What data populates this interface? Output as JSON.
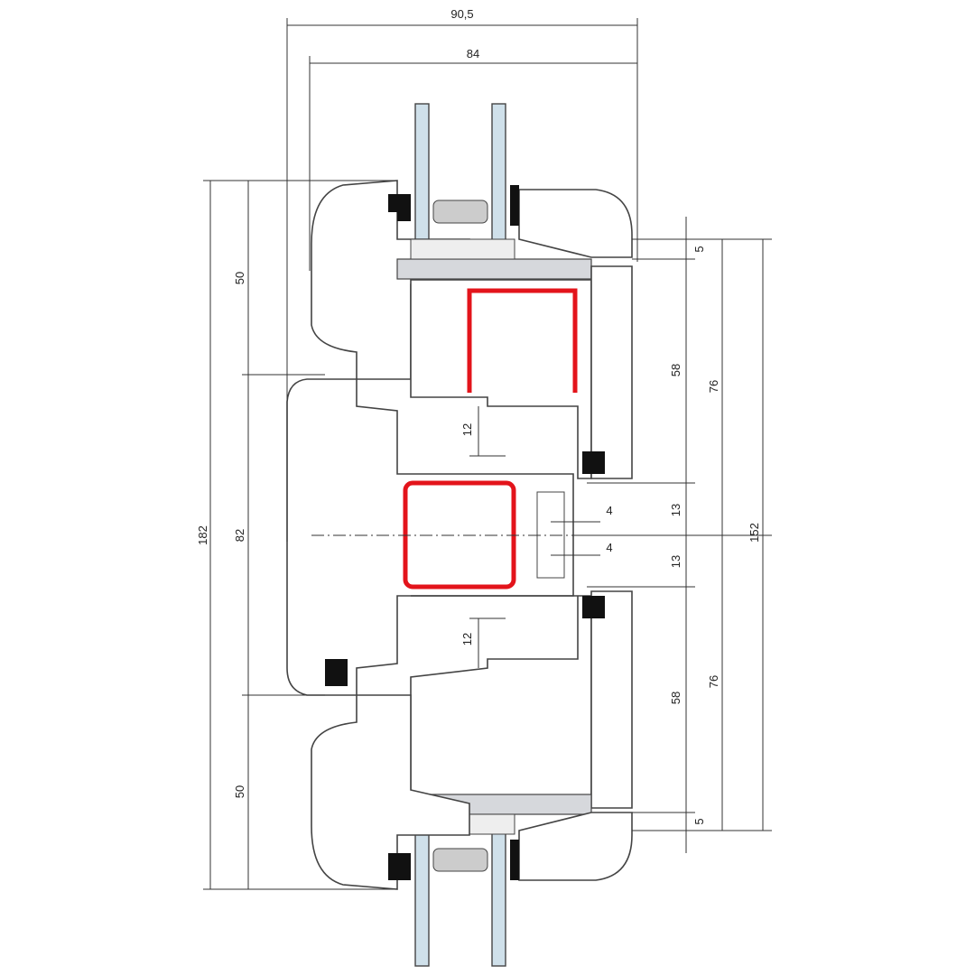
{
  "title": "Window profile cross-section",
  "colors": {
    "reinforcement": "#e3141b",
    "glass": "#cfe0ea",
    "line": "#444444"
  },
  "dimensions": {
    "overall_depth": "90,5",
    "frame_depth": "84",
    "total_height": "182",
    "top_frame": "50",
    "middle_mullion": "82",
    "bottom_frame": "50",
    "top_overlap": "5",
    "top_sash": "58",
    "top_sash_total": "76",
    "total_sash": "152",
    "top_rebate_half": "13",
    "bottom_rebate_half": "13",
    "gap_upper": "4",
    "gap_lower": "4",
    "bottom_sash": "58",
    "bottom_sash_total": "76",
    "bottom_overlap": "5",
    "top_glazing_rebate": "12",
    "bottom_glazing_rebate": "12"
  }
}
